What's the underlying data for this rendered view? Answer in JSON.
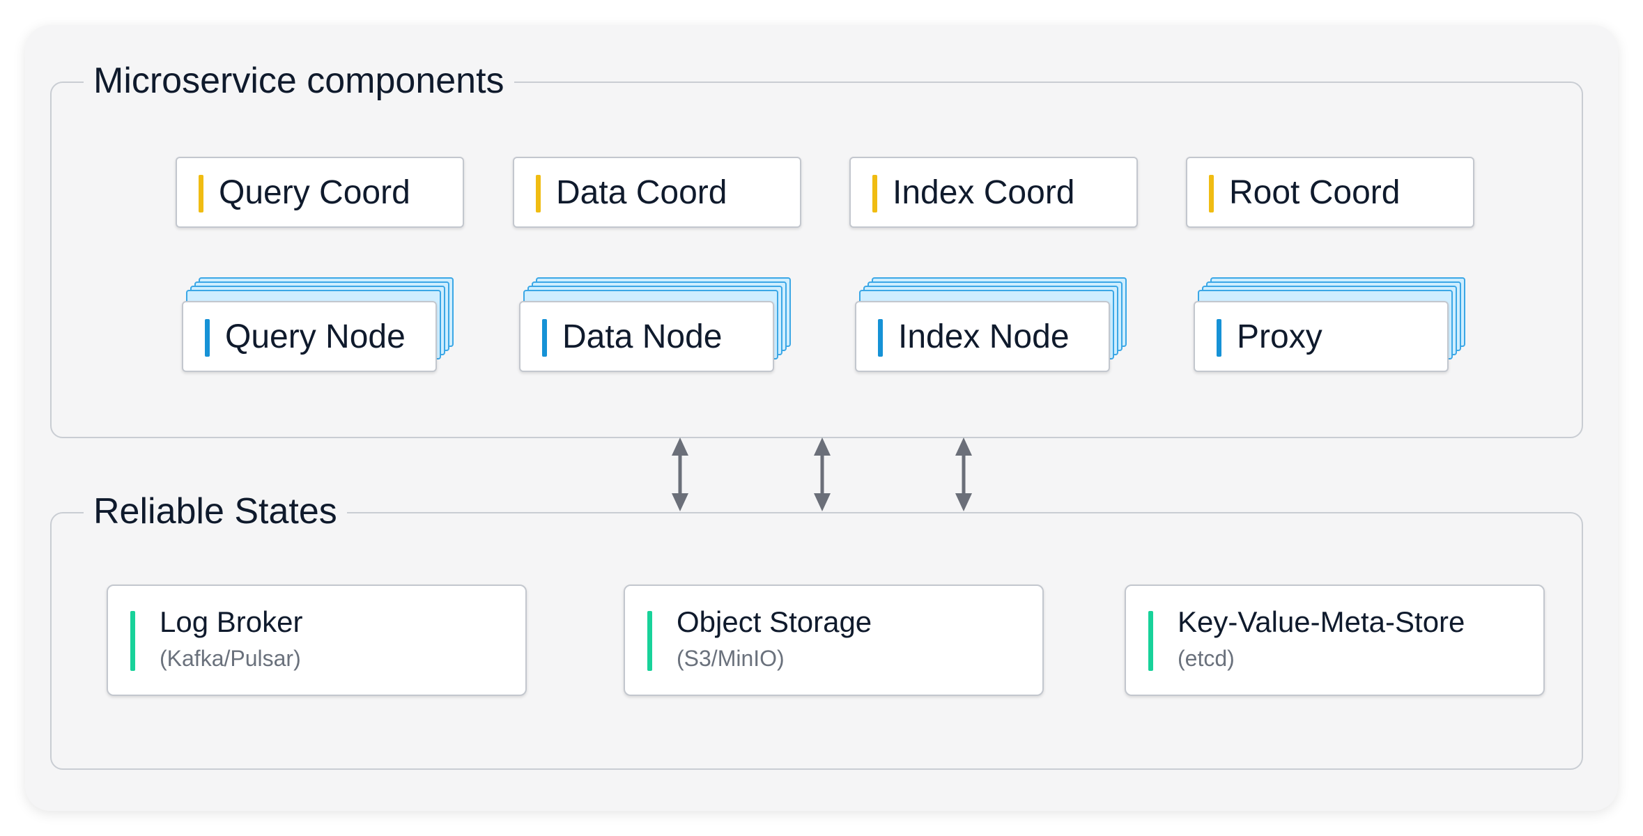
{
  "microservices": {
    "title": "Microservice components",
    "coords": [
      {
        "label": "Query Coord"
      },
      {
        "label": "Data Coord"
      },
      {
        "label": "Index Coord"
      },
      {
        "label": "Root Coord"
      }
    ],
    "nodes": [
      {
        "label": "Query Node"
      },
      {
        "label": "Data Node"
      },
      {
        "label": "Index Node"
      },
      {
        "label": "Proxy"
      }
    ]
  },
  "reliable_states": {
    "title": "Reliable States",
    "items": [
      {
        "title": "Log Broker",
        "subtitle": "(Kafka/Pulsar)"
      },
      {
        "title": "Object Storage",
        "subtitle": "(S3/MinIO)"
      },
      {
        "title": "Key-Value-Meta-Store",
        "subtitle": "(etcd)"
      }
    ]
  },
  "colors": {
    "coord_accent": "#f0bc12",
    "node_accent": "#1692d6",
    "state_accent": "#18d29a",
    "arrow": "#6b6f79"
  }
}
